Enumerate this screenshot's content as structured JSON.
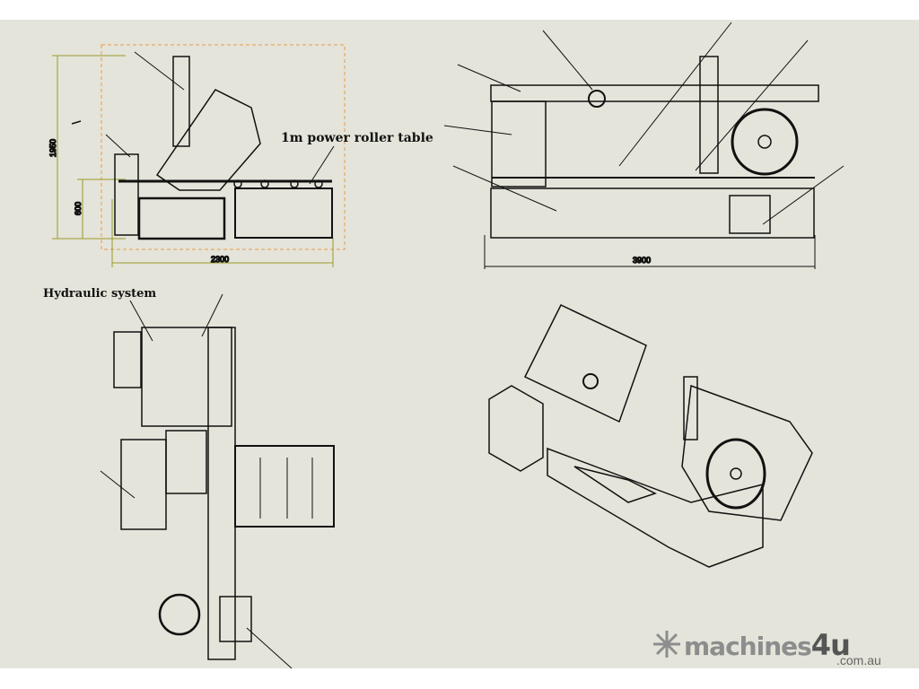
{
  "side_view": {
    "height_dim": "1950",
    "table_height_dim": "600",
    "width_dim": "2300",
    "roller_label": "1m power roller table"
  },
  "front_view": {
    "width_dim": "3900"
  },
  "top_view": {
    "hydraulic_label": "Hydraulic system"
  },
  "watermark": {
    "brand": "machines",
    "brand_num": "4u",
    "domain": ".com.au",
    "icon": "snowflake-arrow-icon"
  },
  "colors": {
    "background": "#e4e4da",
    "dim_line": "#9a9a2a",
    "envelope": "#e89a4a",
    "ink": "#111111"
  }
}
